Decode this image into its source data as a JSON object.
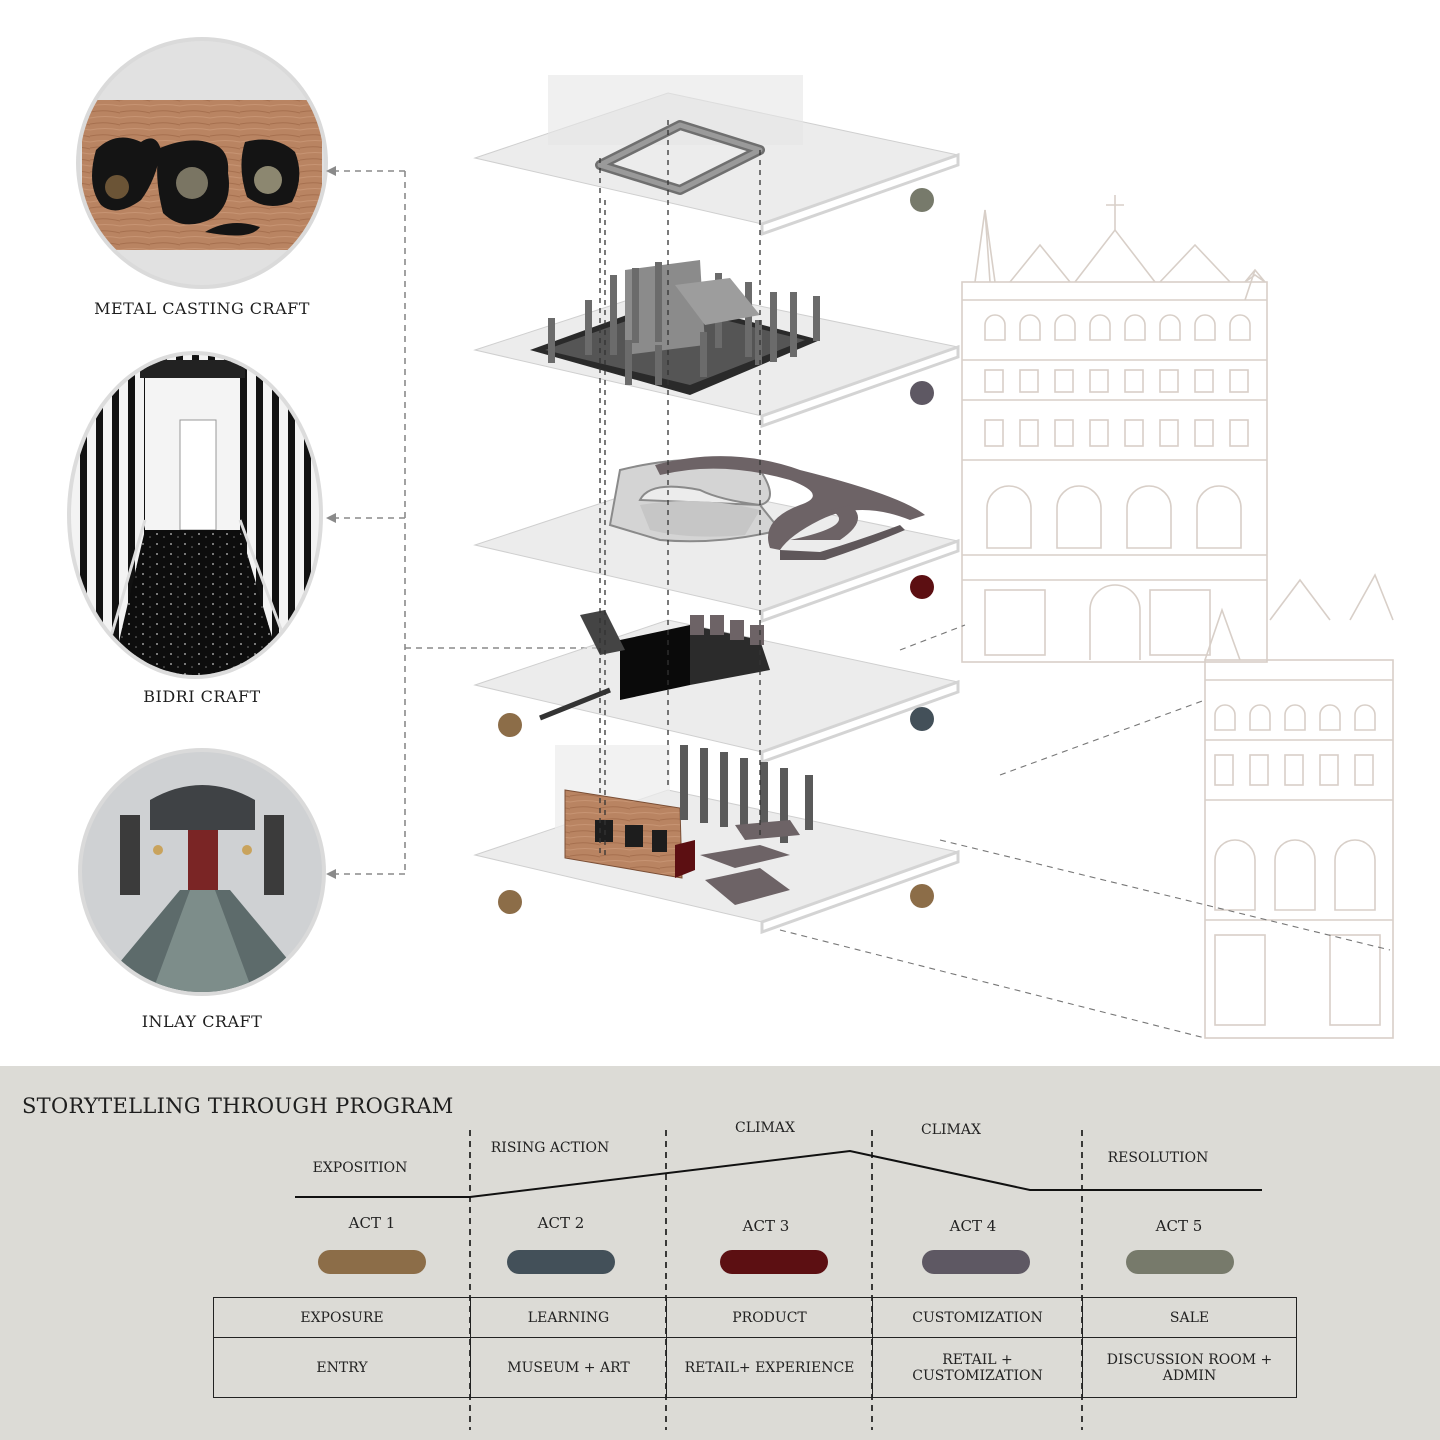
{
  "craft_labels": {
    "metal": "METAL CASTING  CRAFT",
    "bidri": "BIDRI CRAFT",
    "inlay": "INLAY CRAFT"
  },
  "colors": {
    "act1": "#8c6d48",
    "act2": "#435059",
    "act3": "#5c0f12",
    "act4": "#5e5863",
    "act5": "#777a6b",
    "panel_bg": "#dcdbd6",
    "facade_line": "#d8cfc8"
  },
  "program": {
    "title": "STORYTELLING THROUGH PROGRAM",
    "arc_labels": [
      "EXPOSITION",
      "RISING ACTION",
      "CLIMAX",
      "CLIMAX",
      "RESOLUTION"
    ],
    "acts": [
      "ACT 1",
      "ACT 2",
      "ACT 3",
      "ACT 4",
      "ACT 5"
    ],
    "stages": [
      "EXPOSURE",
      "LEARNING",
      "PRODUCT",
      "CUSTOMIZATION",
      "SALE"
    ],
    "spaces": [
      "ENTRY",
      "MUSEUM + ART",
      "RETAIL+ EXPERIENCE",
      "RETAIL + CUSTOMIZATION",
      "DISCUSSION ROOM + ADMIN"
    ]
  }
}
